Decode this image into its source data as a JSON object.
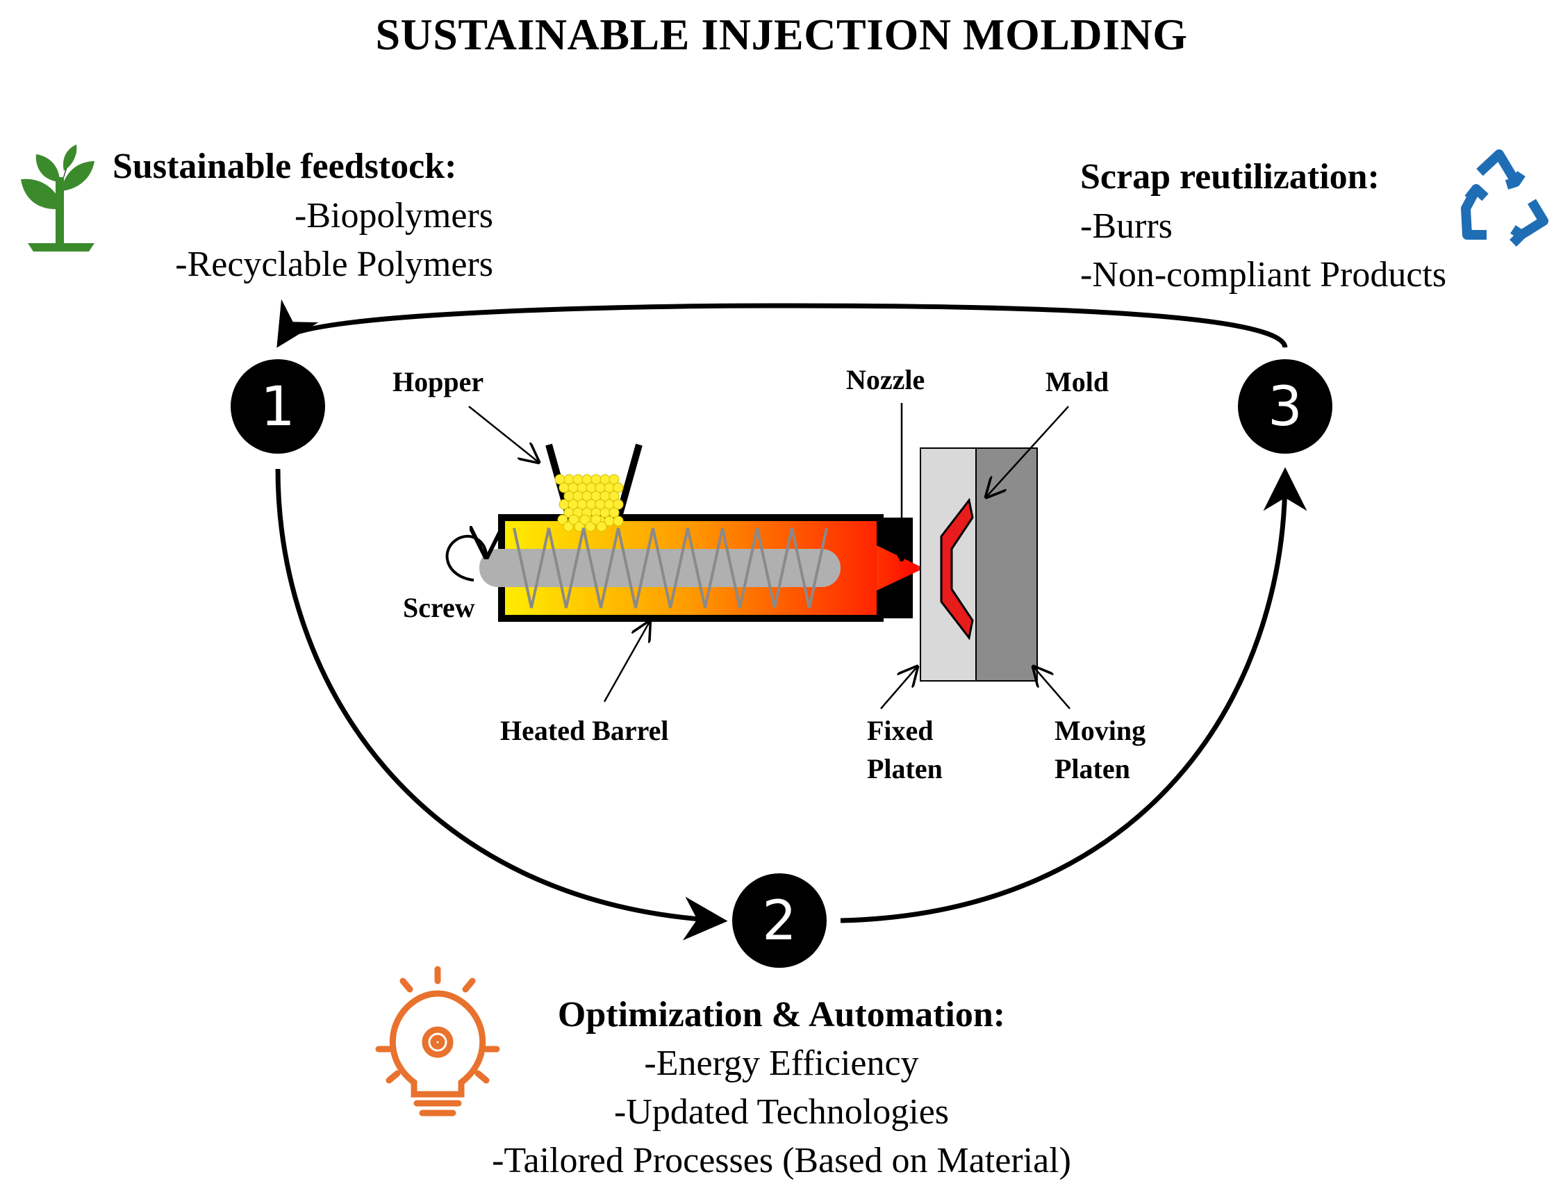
{
  "title": "SUSTAINABLE INJECTION MOLDING",
  "steps": [
    {
      "number": "1",
      "heading": "Sustainable feedstock:",
      "items": [
        "-Biopolymers",
        "-Recyclable Polymers"
      ],
      "icon": "plant-icon",
      "icon_color": "#3b8a2c"
    },
    {
      "number": "2",
      "heading": "Optimization & Automation:",
      "items": [
        "-Energy Efficiency",
        "-Updated Technologies",
        "-Tailored Processes (Based on Material)"
      ],
      "icon": "lightbulb-gear-icon",
      "icon_color": "#e8722e"
    },
    {
      "number": "3",
      "heading": "Scrap reutilization:",
      "items": [
        "-Burrs",
        "-Non-compliant Products"
      ],
      "icon": "recycle-icon",
      "icon_color": "#1f6db5"
    }
  ],
  "machine_labels": {
    "hopper": "Hopper",
    "screw": "Screw",
    "heated_barrel": "Heated Barrel",
    "nozzle": "Nozzle",
    "mold": "Mold",
    "fixed_platen": [
      "Fixed",
      "Platen"
    ],
    "moving_platen": [
      "Moving",
      "Platen"
    ]
  },
  "colors": {
    "barrel_gradient": [
      "#ffee00",
      "#ff9900",
      "#ff2200"
    ],
    "pellets": "#ffee33",
    "screw": "#a9a9a9",
    "mold_cavity": "#e81c1c",
    "fixed_platen": "#d9d9d9",
    "moving_platen": "#8c8c8c"
  }
}
